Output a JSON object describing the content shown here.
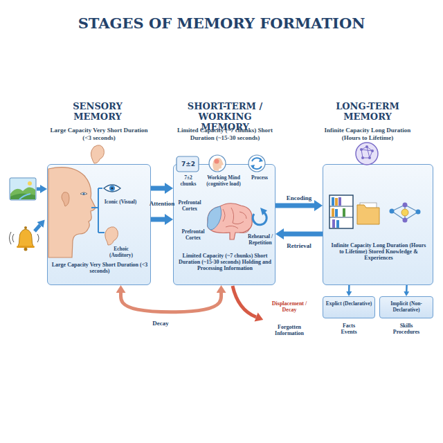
{
  "diagram": {
    "title": "STAGES OF MEMORY FORMATION",
    "nodes": [
      {
        "text": [
          "SENSORY MEMORY",
          "Large Capacity Very Short Duration (<3 seconds)",
          "Iconic (Visual)",
          "Echoic (Auditory)",
          "Large Capacity Very Short Duration (<3 seconds)"
        ]
      },
      {
        "text": [
          "SHORT-TERM / WORKING MEMORY",
          "Limited Capacity (~7 chunks) Short Duration (~15-30 seconds)",
          "7±2",
          "7±2 chunks",
          "Working Mind (cognitive load)",
          "Process",
          "Prefrontal Cortex",
          "Prefrontal Cortex",
          "Rehearsal / Repetition",
          "Limited Capacity (~7 chunks) Short Duration (~15-30 seconds) Holding and Processing Information"
        ]
      },
      {
        "text": [
          "LONG-TERM MEMORY",
          "Infinite Capacity Long Duration (Hours to Lifetime)",
          "Infinite Capacity Long Duration (Hours to Lifetime) Stored Knowledge & Experiences"
        ]
      },
      {
        "text": [
          "Explict (Declarative)"
        ]
      },
      {
        "text": [
          "Implicit (Non-Declarative)"
        ]
      }
    ],
    "edges": [
      {
        "from": 0,
        "to": 1,
        "label": "Attention",
        "arrow": "to"
      },
      {
        "from": 0,
        "to": 1,
        "arrow": "to"
      },
      {
        "from": 1,
        "to": 2,
        "label": "Encoding",
        "arrow": "to"
      },
      {
        "from": 2,
        "to": 1,
        "label": "Retrieval",
        "arrow": "to"
      },
      {
        "from": 1,
        "to": 0,
        "label": "Decay",
        "arrow": "both"
      },
      {
        "from": 2,
        "to": 3,
        "arrow": "to"
      },
      {
        "from": 2,
        "to": 4,
        "arrow": "to"
      }
    ],
    "labels": [
      "Displacement / Decay",
      "Forgotten Information",
      "Facts Events",
      "Skills Procedures"
    ]
  }
}
